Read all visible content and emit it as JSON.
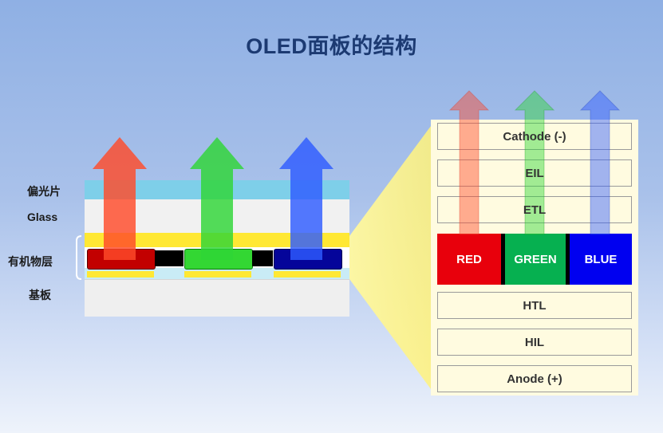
{
  "title": "OLED面板的结构",
  "left_labels": {
    "polarizer": "偏光片",
    "glass": "Glass",
    "organic": "有机物层",
    "substrate": "基板"
  },
  "stack": {
    "cathode": "Cathode (-)",
    "eil": "EIL",
    "etl": "ETL",
    "emitters": [
      {
        "label": "RED",
        "color": "#e8000c"
      },
      {
        "label": "GREEN",
        "color": "#06b050"
      },
      {
        "label": "BLUE",
        "color": "#0000f0"
      }
    ],
    "htl": "HTL",
    "hil": "HIL",
    "anode": "Anode (+)"
  },
  "colors": {
    "arrow_red": "#ff4a2a",
    "arrow_green": "#2ed636",
    "arrow_blue": "#2e5bff",
    "polarizer": "#7fd0e8",
    "organic_band": "#ffe836",
    "panel_bg": "#fffbe0"
  }
}
